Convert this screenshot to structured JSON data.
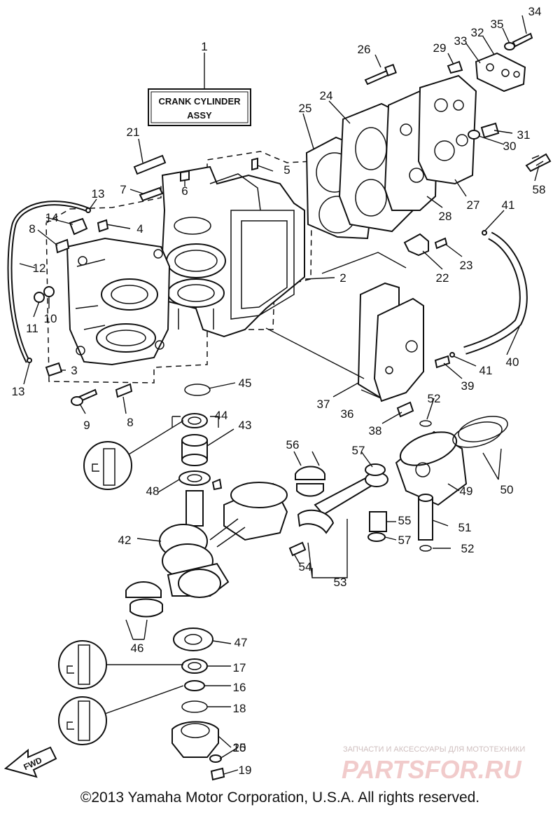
{
  "title_box": {
    "line1": "CRANK CYLINDER",
    "line2": "ASSY"
  },
  "callouts": [
    {
      "id": "1",
      "label": "1"
    },
    {
      "id": "2",
      "label": "2"
    },
    {
      "id": "3",
      "label": "3"
    },
    {
      "id": "4",
      "label": "4"
    },
    {
      "id": "5",
      "label": "5"
    },
    {
      "id": "6",
      "label": "6"
    },
    {
      "id": "7",
      "label": "7"
    },
    {
      "id": "8a",
      "label": "8"
    },
    {
      "id": "8b",
      "label": "8"
    },
    {
      "id": "9",
      "label": "9"
    },
    {
      "id": "10",
      "label": "10"
    },
    {
      "id": "11",
      "label": "11"
    },
    {
      "id": "12",
      "label": "12"
    },
    {
      "id": "13a",
      "label": "13"
    },
    {
      "id": "13b",
      "label": "13"
    },
    {
      "id": "14",
      "label": "14"
    },
    {
      "id": "15",
      "label": "15"
    },
    {
      "id": "16",
      "label": "16"
    },
    {
      "id": "17",
      "label": "17"
    },
    {
      "id": "18",
      "label": "18"
    },
    {
      "id": "19",
      "label": "19"
    },
    {
      "id": "20",
      "label": "20"
    },
    {
      "id": "21",
      "label": "21"
    },
    {
      "id": "22",
      "label": "22"
    },
    {
      "id": "23",
      "label": "23"
    },
    {
      "id": "24",
      "label": "24"
    },
    {
      "id": "25",
      "label": "25"
    },
    {
      "id": "26",
      "label": "26"
    },
    {
      "id": "27",
      "label": "27"
    },
    {
      "id": "28",
      "label": "28"
    },
    {
      "id": "29",
      "label": "29"
    },
    {
      "id": "30",
      "label": "30"
    },
    {
      "id": "31",
      "label": "31"
    },
    {
      "id": "32",
      "label": "32"
    },
    {
      "id": "33",
      "label": "33"
    },
    {
      "id": "34",
      "label": "34"
    },
    {
      "id": "35",
      "label": "35"
    },
    {
      "id": "36",
      "label": "36"
    },
    {
      "id": "37",
      "label": "37"
    },
    {
      "id": "38",
      "label": "38"
    },
    {
      "id": "39",
      "label": "39"
    },
    {
      "id": "40",
      "label": "40"
    },
    {
      "id": "41a",
      "label": "41"
    },
    {
      "id": "41b",
      "label": "41"
    },
    {
      "id": "42",
      "label": "42"
    },
    {
      "id": "43",
      "label": "43"
    },
    {
      "id": "44",
      "label": "44"
    },
    {
      "id": "45",
      "label": "45"
    },
    {
      "id": "46",
      "label": "46"
    },
    {
      "id": "47",
      "label": "47"
    },
    {
      "id": "48",
      "label": "48"
    },
    {
      "id": "49",
      "label": "49"
    },
    {
      "id": "50",
      "label": "50"
    },
    {
      "id": "51",
      "label": "51"
    },
    {
      "id": "52a",
      "label": "52"
    },
    {
      "id": "52b",
      "label": "52"
    },
    {
      "id": "53",
      "label": "53"
    },
    {
      "id": "54",
      "label": "54"
    },
    {
      "id": "55",
      "label": "55"
    },
    {
      "id": "56",
      "label": "56"
    },
    {
      "id": "57a",
      "label": "57"
    },
    {
      "id": "57b",
      "label": "57"
    },
    {
      "id": "58",
      "label": "58"
    }
  ],
  "fwd_label": "FWD",
  "watermark": {
    "small": "ЗАПЧАСТИ И АКСЕССУАРЫ ДЛЯ МОТОТЕХНИКИ",
    "big": "PARTSFOR.RU"
  },
  "copyright": "©2013 Yamaha Motor Corporation, U.S.A. All rights reserved."
}
